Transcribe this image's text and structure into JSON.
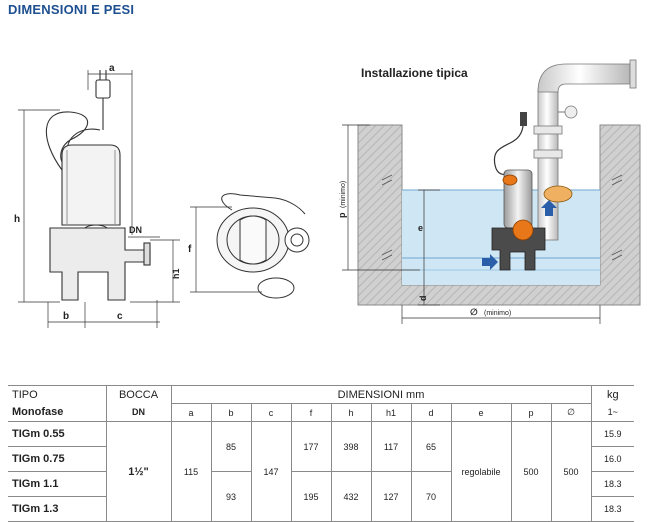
{
  "page": {
    "title": "DIMENSIONI E PESI",
    "installation_title": "Installazione tipica"
  },
  "diagram_labels": {
    "a": "a",
    "h": "h",
    "dn": "DN",
    "h1": "h1",
    "b": "b",
    "c": "c",
    "f": "f",
    "p": "p",
    "p_note": "(minimo)",
    "e": "e",
    "d": "d",
    "dia_symbol": "∅",
    "dia_note": "(minimo)"
  },
  "table": {
    "head": {
      "tipo": "TIPO",
      "monofase": "Monofase",
      "bocca": "BOCCA",
      "dn": "DN",
      "dimensioni": "DIMENSIONI mm",
      "cols": [
        "a",
        "b",
        "c",
        "f",
        "h",
        "h1",
        "d",
        "e",
        "p",
        "∅"
      ],
      "kg": "kg",
      "phase": "1~"
    },
    "models": [
      "TIGm 0.55",
      "TIGm 0.75",
      "TIGm 1.1",
      "TIGm 1.3"
    ],
    "bocca_value": "1½\"",
    "a": "115",
    "c": "147",
    "e": "regolabile",
    "p": "500",
    "dia": "500",
    "group1": {
      "b": "85",
      "f": "177",
      "h": "398",
      "h1": "117",
      "d": "65"
    },
    "group2": {
      "b": "93",
      "f": "195",
      "h": "432",
      "h1": "127",
      "d": "70"
    },
    "kg": [
      "15.9",
      "16.0",
      "18.3",
      "18.3"
    ]
  },
  "colors": {
    "title_blue": "#1d4f91",
    "water": "#cfe6f4",
    "pump_orange": "#e8771a",
    "arrow_blue": "#2a5ea8",
    "wall_grey": "#c9c9c9"
  }
}
